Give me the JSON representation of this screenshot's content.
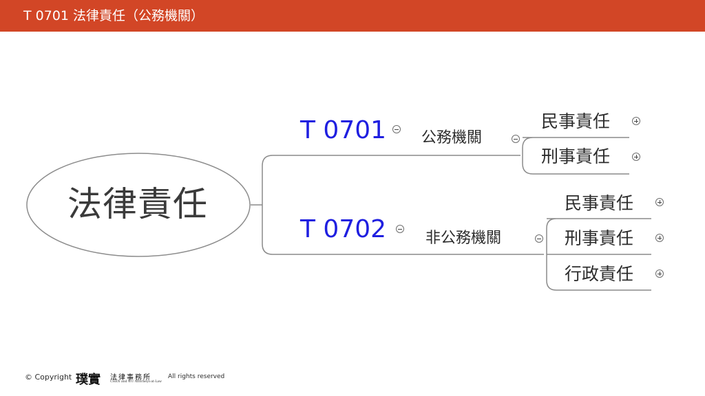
{
  "header": {
    "title": "T 0701 法律責任（公務機關）"
  },
  "mindmap": {
    "root": "法律責任",
    "branches": [
      {
        "code": "T 0701",
        "category": "公務機關",
        "items": [
          "民事責任",
          "刑事責任"
        ]
      },
      {
        "code": "T 0702",
        "category": "非公務機關",
        "items": [
          "民事責任",
          "刑事責任",
          "行政責任"
        ]
      }
    ]
  },
  "footer": {
    "copyright": "© Copyright",
    "logo": {
      "mark": "璞實",
      "firm": "法律事務所",
      "subtitle": "CHEN and WU Attorneys-at-Law"
    },
    "rights": "All rights reserved"
  },
  "colors": {
    "header": "#d24626",
    "code": "#1f1fe0",
    "line": "#8a8a8a"
  }
}
